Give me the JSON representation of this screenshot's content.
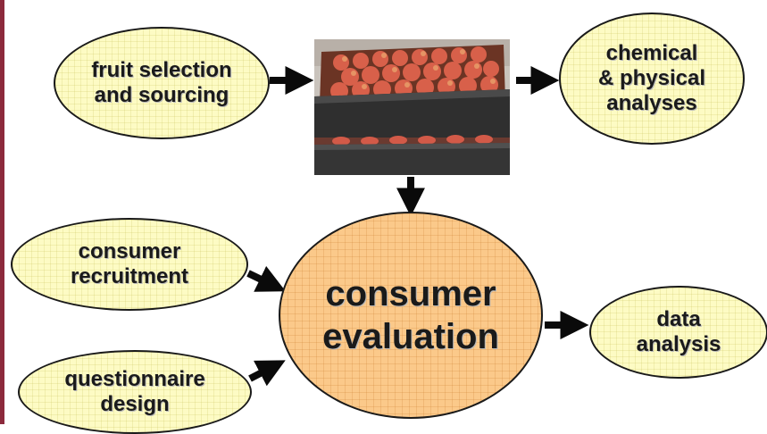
{
  "nodes": {
    "fruit_selection": "fruit selection\nand sourcing",
    "chemical": "chemical\n& physical\nanalyses",
    "consumer_recruitment": "consumer\nrecruitment",
    "consumer_evaluation": "consumer\nevaluation",
    "data_analysis": "data\nanalysis",
    "questionnaire": "questionnaire\ndesign"
  },
  "colors": {
    "ellipse_fill": "#fdfbc4",
    "center_fill": "#fbc98a",
    "arrow": "#0a0a0a",
    "accent_bar": "#8c2a3c"
  }
}
